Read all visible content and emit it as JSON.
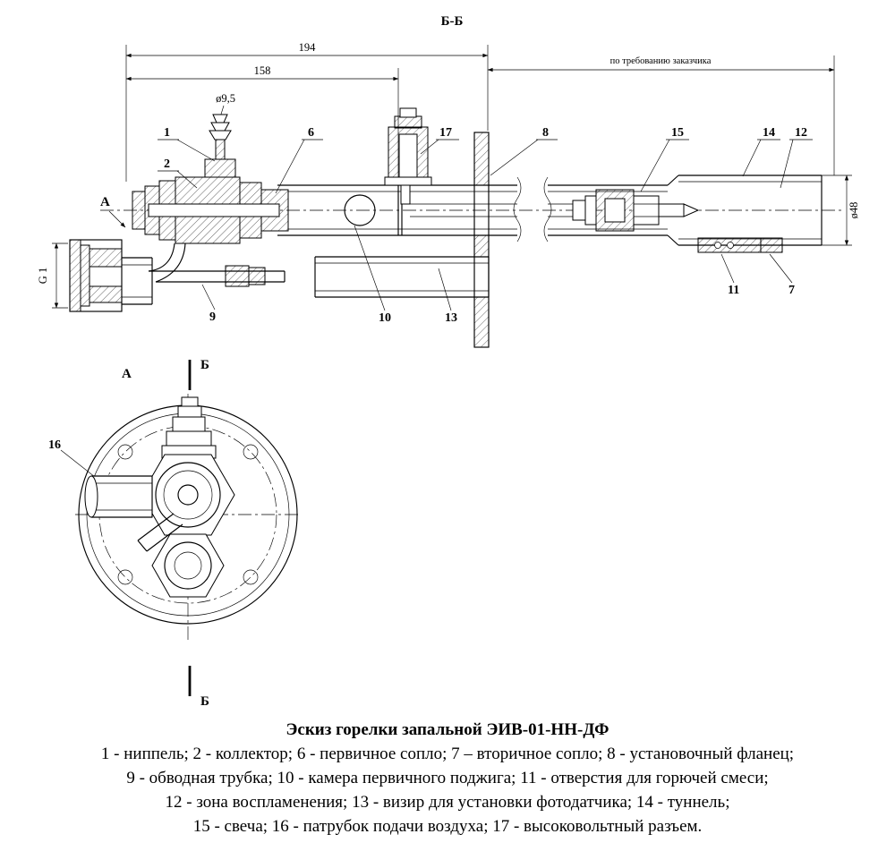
{
  "drawing": {
    "section_label": "Б-Б",
    "dimensions": {
      "overall": "194",
      "to_flange": "158",
      "nipple_dia": "ø9,5",
      "customer_note": "по требованию заказчика",
      "tube_dia": "ø48",
      "thread": "G 1"
    },
    "view_labels": {
      "a_side": "А",
      "b_cut_top": "Б",
      "a_front": "А",
      "b_cut_bottom": "Б"
    },
    "callouts": {
      "c1": "1",
      "c2": "2",
      "c6": "6",
      "c7": "7",
      "c8": "8",
      "c9": "9",
      "c10": "10",
      "c11": "11",
      "c12": "12",
      "c13": "13",
      "c14": "14",
      "c15": "15",
      "c16": "16",
      "c17": "17"
    }
  },
  "caption": {
    "title": "Эскиз горелки запальной ЭИВ-01-НН-ДФ",
    "legend": [
      "1 - ниппель; 2 - коллектор; 6 - первичное сопло; 7 – вторичное сопло; 8 - установочный фланец;",
      "9 - обводная трубка; 10 - камера первичного поджига; 11 - отверстия для горючей смеси;",
      "12 - зона воспламенения; 13 - визир для установки фотодатчика; 14 - туннель;",
      "15 - свеча; 16 - патрубок подачи воздуха; 17 - высоковольтный разъем."
    ]
  }
}
